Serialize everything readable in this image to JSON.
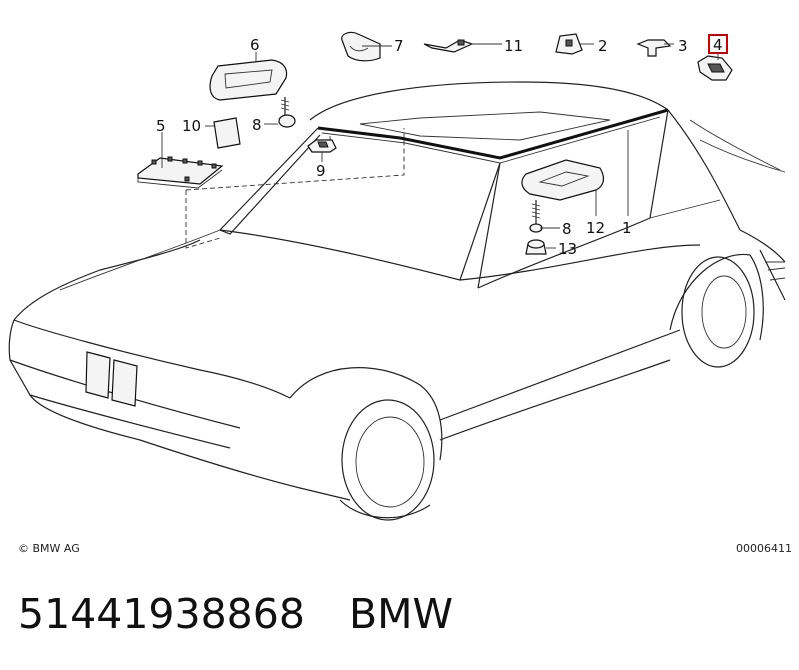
{
  "labels": {
    "l6": "6",
    "l7": "7",
    "l11": "11",
    "l2": "2",
    "l3": "3",
    "l4": "4",
    "l5": "5",
    "l10": "10",
    "l8a": "8",
    "l9": "9",
    "l8b": "8",
    "l12": "12",
    "l1": "1",
    "l13": "13"
  },
  "copyright": "© BMW AG",
  "drawing_number": "00006411",
  "caption": {
    "part_number": "51441938868",
    "brand": "BMW"
  },
  "colors": {
    "highlight": "#cc0000",
    "line": "#222222"
  }
}
